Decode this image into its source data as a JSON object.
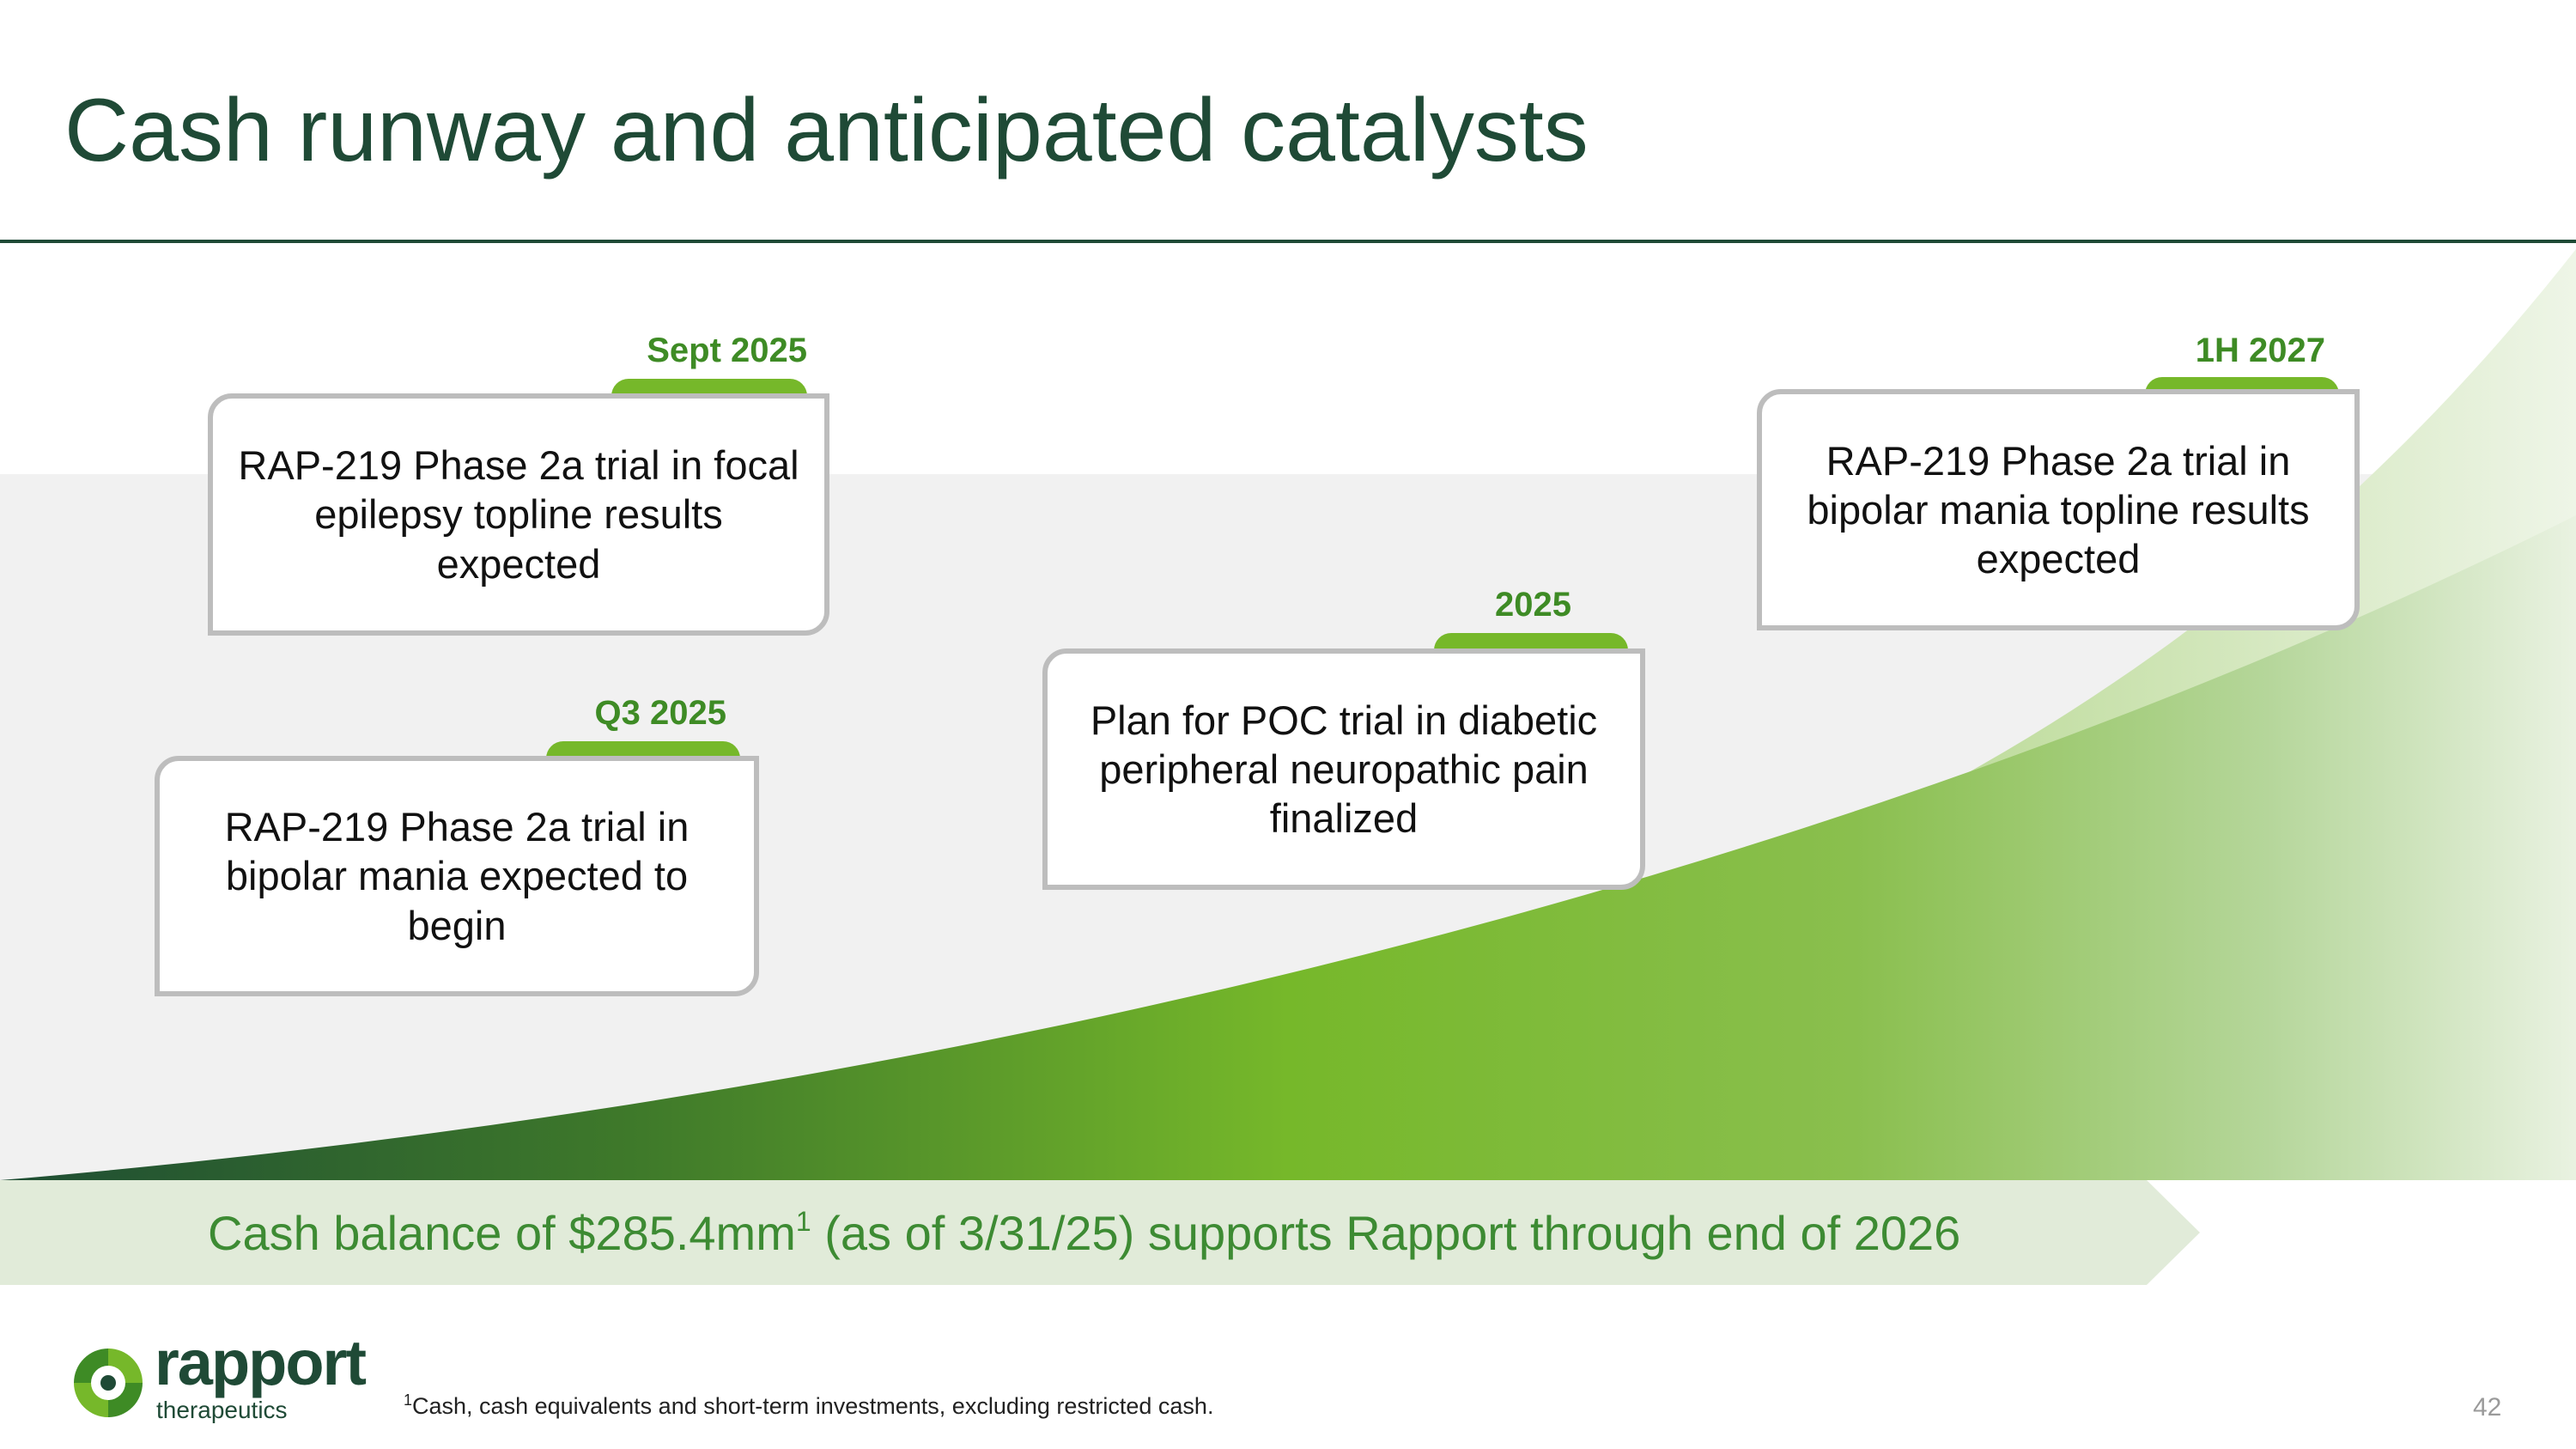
{
  "title": "Cash runway and anticipated catalysts",
  "catalysts": [
    {
      "date": "Sept 2025",
      "text": "RAP-219 Phase 2a trial in focal epilepsy topline results expected"
    },
    {
      "date": "Q3 2025",
      "text": "RAP-219 Phase 2a trial in bipolar mania expected to begin"
    },
    {
      "date": "2025",
      "text": "Plan for POC trial in diabetic peripheral neuropathic pain finalized"
    },
    {
      "date": "1H 2027",
      "text": "RAP-219 Phase 2a trial in bipolar mania topline results expected"
    }
  ],
  "cash_banner": {
    "text_before": "Cash balance of $285.4mm",
    "sup": "1",
    "text_after": " (as of 3/31/25) supports Rapport through end of 2026"
  },
  "footnote": {
    "sup": "1",
    "text": "Cash, cash equivalents and short-term investments, excluding restricted cash."
  },
  "logo": {
    "wordmark": "rapport",
    "tagline": "therapeutics"
  },
  "page_number": "42",
  "colors": {
    "title": "#1f4a36",
    "accent_green": "#76b82a",
    "date_label": "#3e8b25",
    "banner_bg": "#e1ebd9",
    "banner_text": "#3d8b33"
  }
}
